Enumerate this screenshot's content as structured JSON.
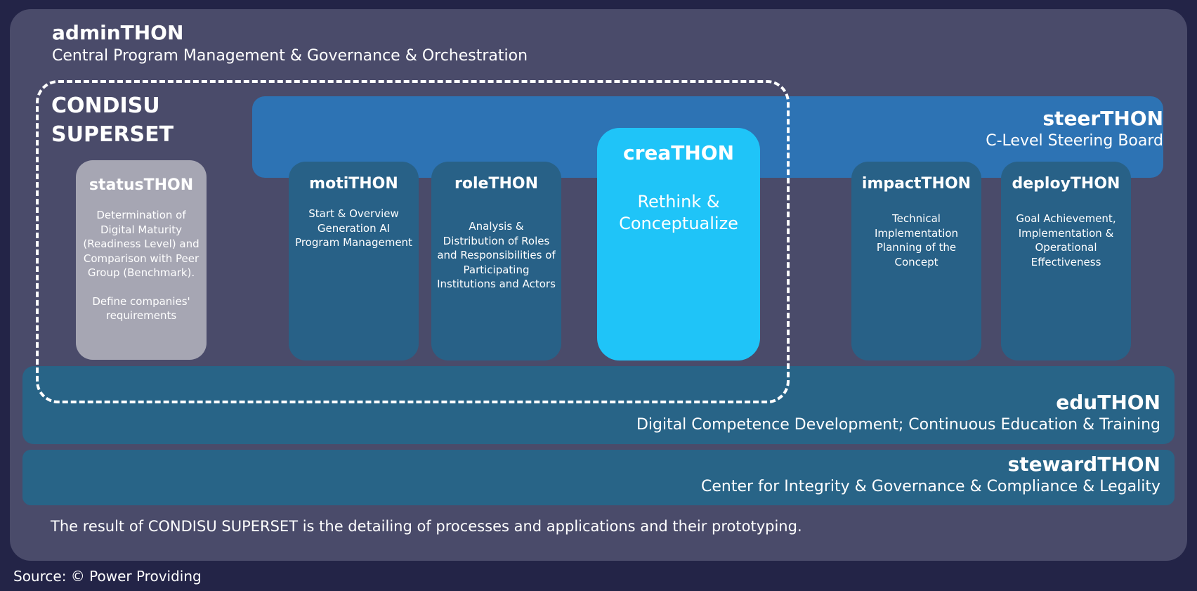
{
  "admin": {
    "title": "adminTHON",
    "subtitle": "Central Program Management & Governance & Orchestration"
  },
  "condisu": {
    "title": "CONDISU SUPERSET"
  },
  "steer": {
    "title": "steerTHON",
    "subtitle": "C-Level Steering Board"
  },
  "cards": {
    "status": {
      "title": "statusTHON",
      "desc1": "Determination of Digital Maturity (Readiness Level) and Comparison with Peer Group (Benchmark).",
      "desc2": "Define companies' requirements"
    },
    "moti": {
      "title": "motiTHON",
      "desc": "Start & Overview Generation AI Program Management"
    },
    "role": {
      "title": "roleTHON",
      "desc": "Analysis & Distribution of Roles and Responsibilities of Participating Institutions and Actors"
    },
    "crea": {
      "title": "creaTHON",
      "desc": "Rethink & Conceptualize"
    },
    "impact": {
      "title": "impactTHON",
      "desc": "Technical Implementation Planning of the Concept"
    },
    "deploy": {
      "title": "deployTHON",
      "desc": "Goal Achievement, Implementation & Operational Effectiveness"
    }
  },
  "edu": {
    "title": "eduTHON",
    "subtitle": "Digital Competence Development; Continuous Education & Training"
  },
  "steward": {
    "title": "stewardTHON",
    "subtitle": "Center for Integrity & Governance & Compliance & Legality"
  },
  "footer": {
    "result": "The result of CONDISU SUPERSET is the detailing of processes and applications and their prototyping.",
    "source": "Source: © Power Providing"
  },
  "colors": {
    "background": "#232447",
    "panel": "#4a4b6a",
    "steer_bar": "#2d73b4",
    "module_card": "#286187",
    "status_card": "#a6a6b3",
    "crea_card": "#1fc4f8",
    "edu_steward_bar": "#286487"
  }
}
